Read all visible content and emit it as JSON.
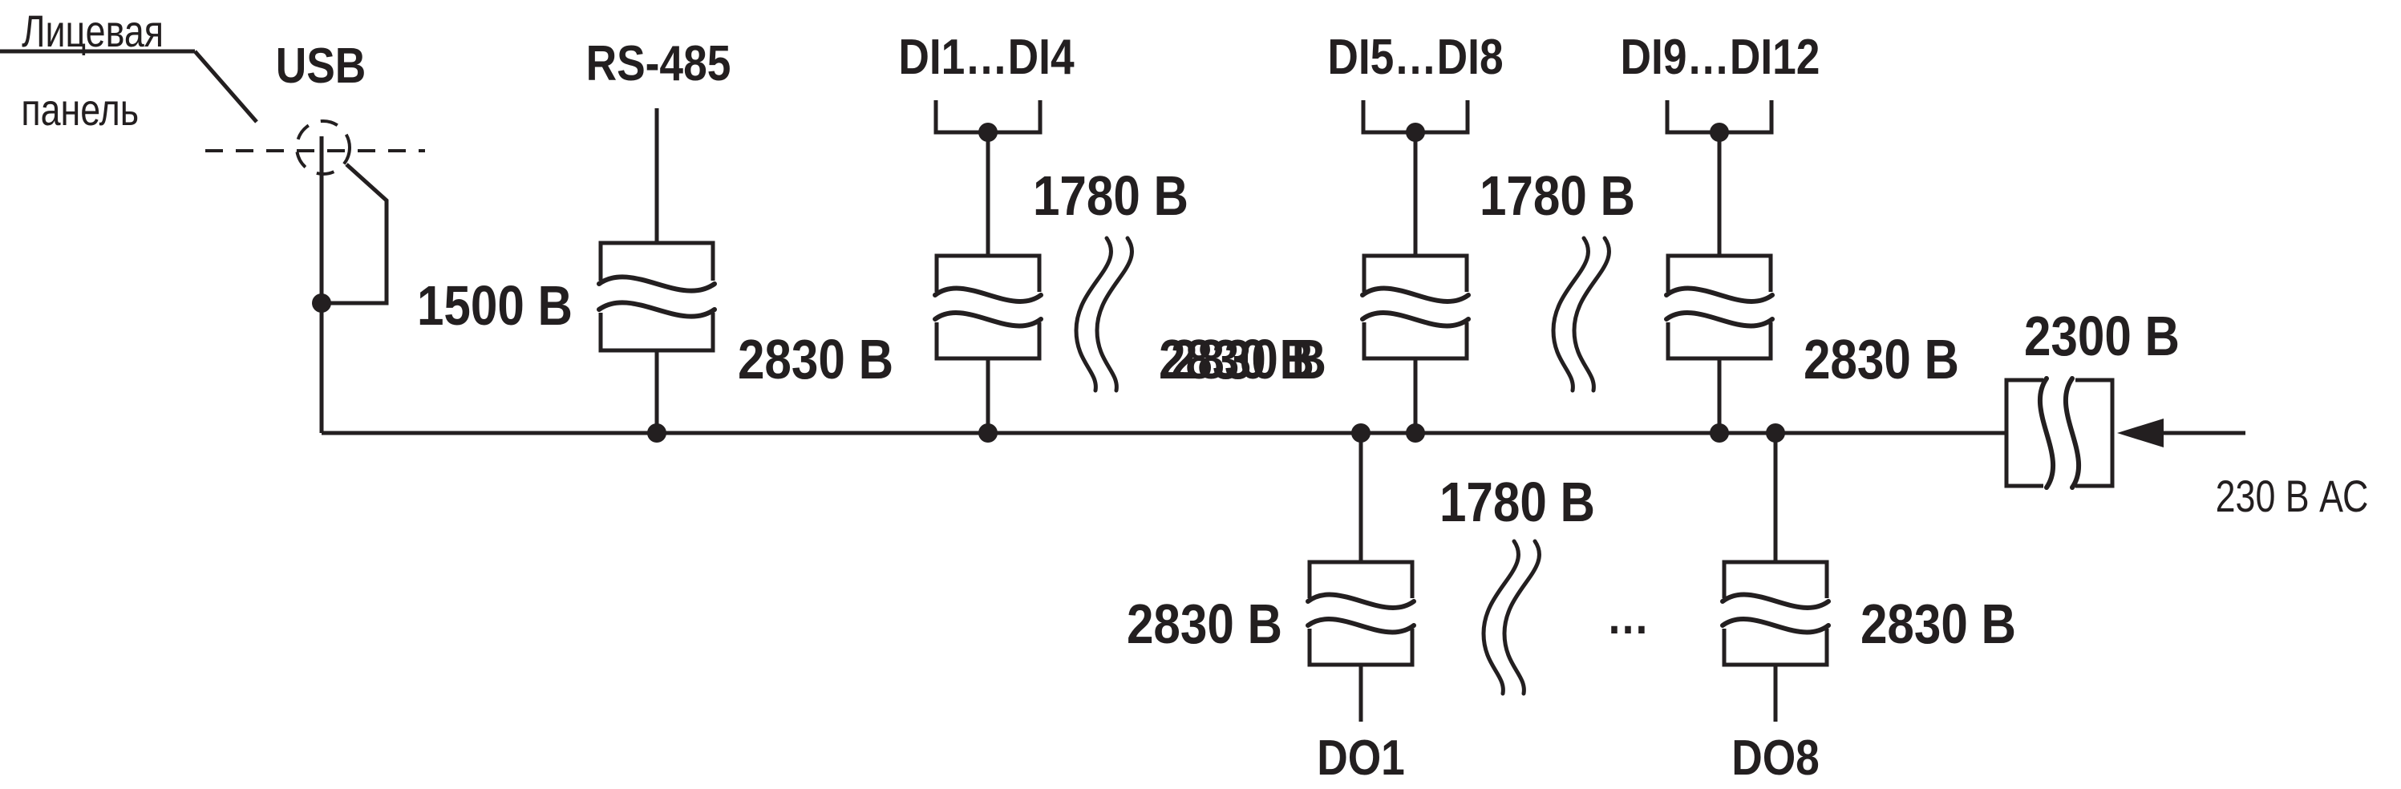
{
  "labels": {
    "front_panel_line1": "Лицевая",
    "front_panel_line2": "панель",
    "usb": "USB",
    "rs485": "RS-485",
    "di_group1": "DI1…DI4",
    "di_group2": "DI5…DI8",
    "di_group3": "DI9…DI12",
    "do1": "DO1",
    "do8": "DO8",
    "ellipsis": "…",
    "power_input": "230 В АС"
  },
  "voltages": {
    "usb_isolation": "1500 В",
    "rs485_isolation": "2830 В",
    "di_group1_isolation": "2830 В",
    "di_group2_isolation": "2830 В",
    "di_group3_isolation": "2830 В",
    "do1_isolation": "2830 В",
    "do8_isolation": "2830 В",
    "di_group1_to_group2": "1780 В",
    "di_group2_to_group3": "1780 В",
    "do_between_channels": "1780 В",
    "power_supply_isolation": "2300 В"
  },
  "colors": {
    "line": "#231f20",
    "background": "#ffffff"
  }
}
